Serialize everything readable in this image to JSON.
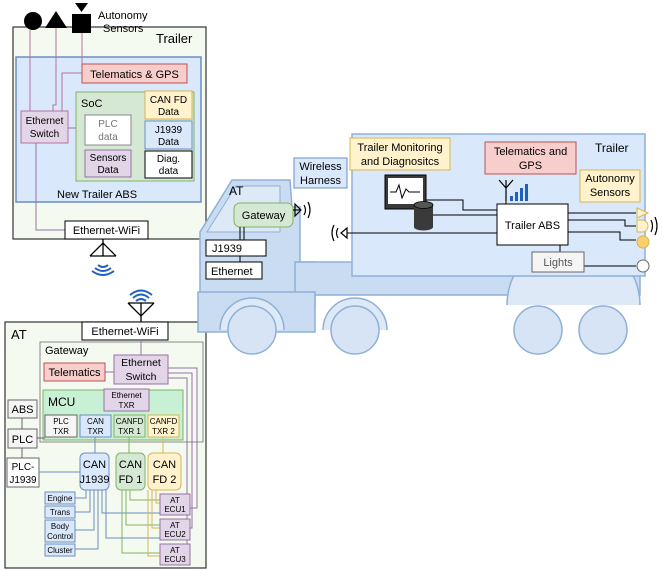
{
  "trailer_box": {
    "title": "Trailer",
    "autonomy_line1": "Autonomy",
    "autonomy_line2": "Sensors",
    "telematics_gps": "Telematics & GPS",
    "soc": "SoC",
    "canfd_line1": "CAN FD",
    "canfd_line2": "Data",
    "ethernet_line1": "Ethernet",
    "ethernet_line2": "Switch",
    "plc_line1": "PLC",
    "plc_line2": "data",
    "j1939_line1": "J1939",
    "j1939_line2": "Data",
    "sensors_line1": "Sensors",
    "sensors_line2": "Data",
    "diag_line1": "Diag.",
    "diag_line2": "data",
    "new_abs": "New Trailer ABS",
    "wifi": "Ethernet-WiFi"
  },
  "at_box": {
    "title": "AT",
    "wifi": "Ethernet-WiFi",
    "gateway": "Gateway",
    "telematics": "Telematics",
    "eth_switch_line1": "Ethernet",
    "eth_switch_line2": "Switch",
    "eth_txr_line1": "Ethernet",
    "eth_txr_line2": "TXR",
    "mcu": "MCU",
    "txr": [
      {
        "line1": "PLC",
        "line2": "TXR"
      },
      {
        "line1": "CAN",
        "line2": "TXR"
      },
      {
        "line1": "CANFD",
        "line2": "TXR 1"
      },
      {
        "line1": "CANFD",
        "line2": "TXR 2"
      }
    ],
    "abs": "ABS",
    "plc": "PLC",
    "plc_j1939_line1": "PLC-",
    "plc_j1939_line2": "J1939",
    "can_j1939_line1": "CAN",
    "can_j1939_line2": "J1939",
    "canfd1_line1": "CAN",
    "canfd1_line2": "FD 1",
    "canfd2_line1": "CAN",
    "canfd2_line2": "FD 2",
    "ecus": [
      "Engine",
      "Trans",
      "Body",
      "Control",
      "Cluster"
    ],
    "at_ecus": [
      {
        "line1": "AT",
        "line2": "ECU1"
      },
      {
        "line1": "AT",
        "line2": "ECU2"
      },
      {
        "line1": "AT",
        "line2": "ECU3"
      }
    ]
  },
  "truck": {
    "at_label": "AT",
    "gateway": "Gateway",
    "wireless_line1": "Wireless",
    "wireless_line2": "Harness",
    "j1939": "J1939",
    "ethernet": "Ethernet",
    "trailer_label": "Trailer",
    "monitoring_line1": "Trailer Monitoring",
    "monitoring_line2": "and Diagnositcs",
    "telematics_line1": "Telematics and",
    "telematics_line2": "GPS",
    "autonomy_line1": "Autonomy",
    "autonomy_line2": "Sensors",
    "trailer_abs": "Trailer ABS",
    "lights": "Lights"
  },
  "colors": {
    "truck_fill": "#c9dcf2",
    "truck_stroke": "#8fb0d6",
    "abs_blue": "#dae8fc",
    "abs_blue_stroke": "#6c8ebf",
    "soc_green": "#d5e8d4",
    "soc_green_stroke": "#82b366",
    "red_fill": "#f8cecc",
    "red_stroke": "#b85450",
    "yellow_fill": "#fff2cc",
    "yellow_stroke": "#d6b656",
    "purple_fill": "#e1d5e7",
    "purple_stroke": "#9673a6",
    "mcu_green": "#c7f0d5",
    "box_bg": "#f5faf0"
  }
}
